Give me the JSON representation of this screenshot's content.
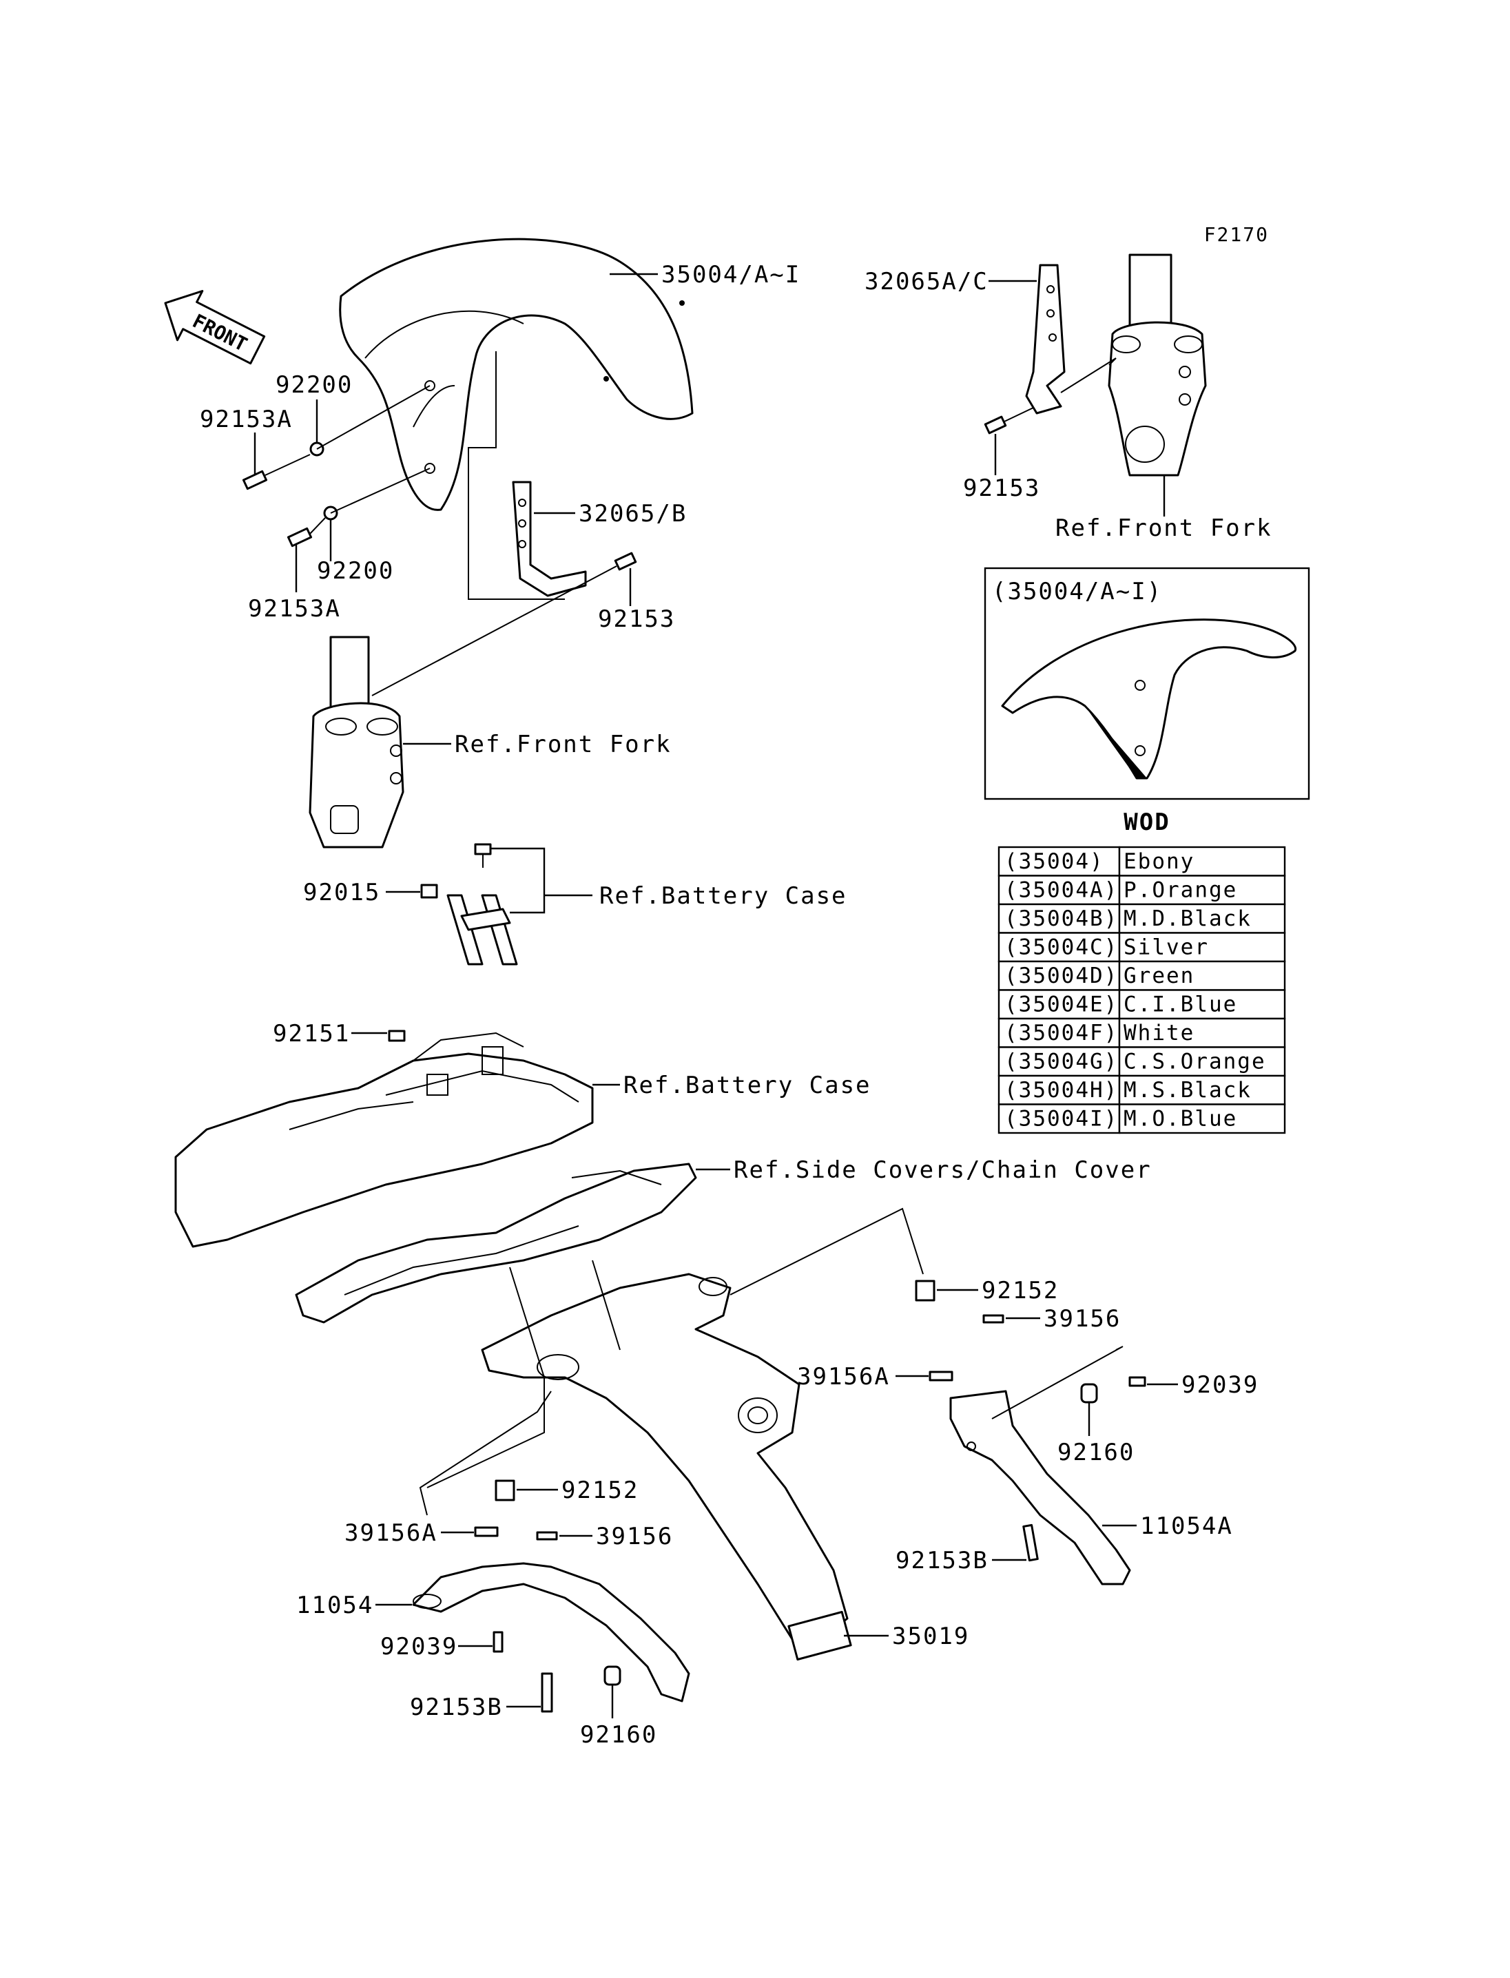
{
  "figure_code": "F2170",
  "front_arrow_label": "FRONT",
  "parts": {
    "fender_front": "35004/A~I",
    "bracket_top_right": "32065A/C",
    "bracket_left": "32065/B",
    "washer_a": "92200",
    "washer_b": "92200",
    "bolt_a1": "92153A",
    "bolt_a2": "92153A",
    "bolt_left": "92153",
    "bolt_right": "92153",
    "nut_92015": "92015",
    "bolt_92151": "92151",
    "rivet_top": "92152",
    "rivet_bottom": "92152",
    "pad_39156_top": "39156",
    "pad_39156A_top": "39156A",
    "pad_39156A_bottom": "39156A",
    "pad_39156_bottom": "39156",
    "bolt_92039_right": "92039",
    "bolt_92039_left": "92039",
    "collar_92160_right": "92160",
    "collar_92160_left": "92160",
    "bracket_11054A": "11054A",
    "bracket_11054": "11054",
    "bolt_92153B_right": "92153B",
    "bolt_92153B_left": "92153B",
    "rear_fender": "35019"
  },
  "refs": {
    "front_fork_top": "Ref.Front Fork",
    "front_fork_left": "Ref.Front Fork",
    "battery_case_1": "Ref.Battery Case",
    "battery_case_2": "Ref.Battery Case",
    "side_covers": "Ref.Side Covers/Chain Cover"
  },
  "inset": {
    "title": "(35004/A~I)"
  },
  "color_table": {
    "title": "WOD",
    "rows": [
      {
        "code": "(35004)",
        "color": "Ebony"
      },
      {
        "code": "(35004A)",
        "color": "P.Orange"
      },
      {
        "code": "(35004B)",
        "color": "M.D.Black"
      },
      {
        "code": "(35004C)",
        "color": "Silver"
      },
      {
        "code": "(35004D)",
        "color": "Green"
      },
      {
        "code": "(35004E)",
        "color": "C.I.Blue"
      },
      {
        "code": "(35004F)",
        "color": "White"
      },
      {
        "code": "(35004G)",
        "color": "C.S.Orange"
      },
      {
        "code": "(35004H)",
        "color": "M.S.Black"
      },
      {
        "code": "(35004I)",
        "color": "M.O.Blue"
      }
    ]
  }
}
